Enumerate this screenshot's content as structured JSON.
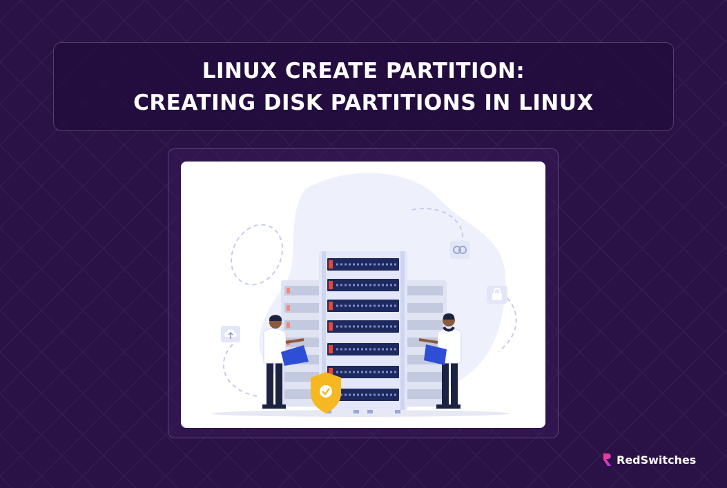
{
  "banner": {
    "title_line_1": "LINUX CREATE PARTITION:",
    "title_line_2": "CREATING DISK PARTITIONS IN LINUX"
  },
  "illustration": {
    "subject": "server rack with two technicians holding laptops",
    "icons": [
      "shield-check-icon",
      "cloud-upload-icon",
      "lock-icon",
      "link-icon"
    ]
  },
  "brand": {
    "name": "RedSwitches",
    "logo": "redswitches-logo-icon"
  },
  "colors": {
    "background": "#2a1247",
    "title_text": "#ffffff",
    "server_body": "#e3e7f9",
    "server_slot": "#1e2a5e",
    "server_accent": "#e5473b",
    "shield": "#f5b820",
    "laptop": "#2f4ed6"
  }
}
